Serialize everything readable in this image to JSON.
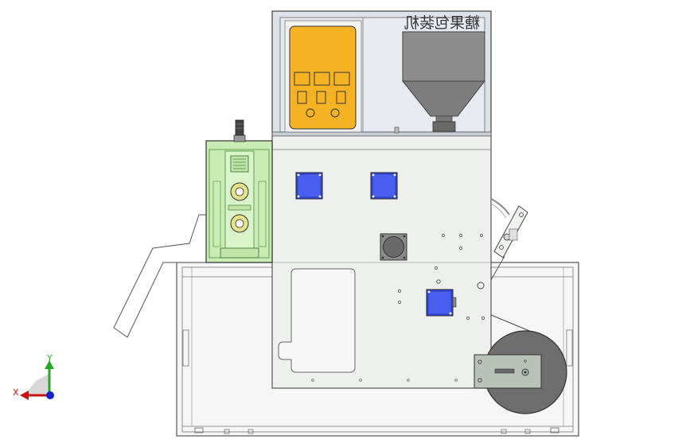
{
  "drawing": {
    "title_mirrored": "糖果包装机"
  },
  "triad": {
    "x_label": "X",
    "y_label": "Y",
    "x_color": "#cc1111",
    "y_color": "#22aa22",
    "z_color": "#1122cc"
  },
  "colors": {
    "background": "#ffffff",
    "frame": "#555555",
    "control_panel": "#f5b324",
    "mechanism": "#c8ecb4",
    "motor": "#3c50e0",
    "hopper": "#8c8c8c",
    "roll": "#6e6e6e",
    "body": "#eef0ee"
  }
}
